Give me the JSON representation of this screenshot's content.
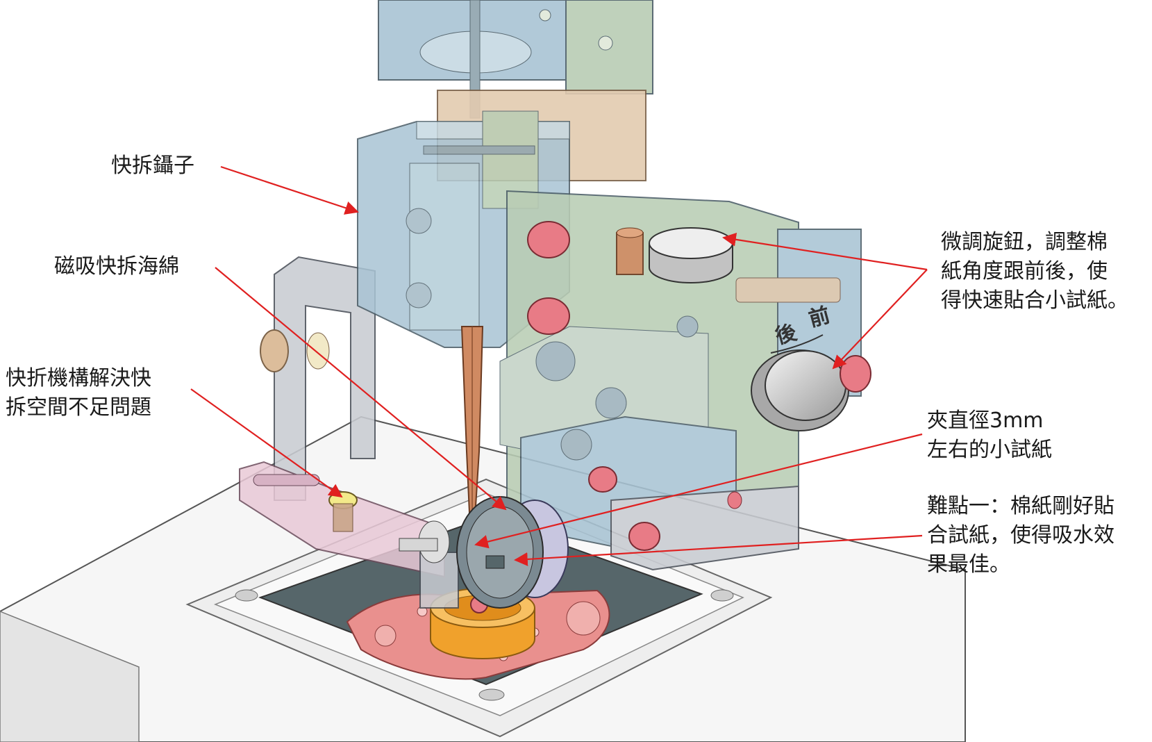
{
  "callouts": {
    "tweezers": {
      "lines": [
        "快拆鑷子"
      ]
    },
    "sponge": {
      "lines": [
        "磁吸快拆海綿"
      ]
    },
    "mechanism": {
      "lines": [
        "快折機構解決快",
        "拆空間不足問題"
      ]
    },
    "knob": {
      "lines": [
        "微調旋鈕，調整棉",
        "紙角度跟前後，使",
        "得快速貼合小試紙。"
      ]
    },
    "paper": {
      "lines": [
        "夾直徑3mm",
        "左右的小試紙"
      ]
    },
    "difficulty": {
      "lines": [
        "難點一：棉紙剛好貼",
        "合試紙，使得吸水效",
        "果最佳。"
      ]
    }
  },
  "knob_engraving": {
    "front": "前",
    "back": "後"
  },
  "colors": {
    "annotation_arrow": "#e02020",
    "glass_blue": "#a9c4d4",
    "glass_green": "#b9cdb4",
    "frame_grey": "#c9ccd2",
    "pink_knob": "#e87b86",
    "copper": "#d08a62",
    "tan": "#e3cbb0",
    "orange_ring": "#f0a12c",
    "pink_plate": "#e9908e",
    "dark_plate": "#56666a"
  }
}
